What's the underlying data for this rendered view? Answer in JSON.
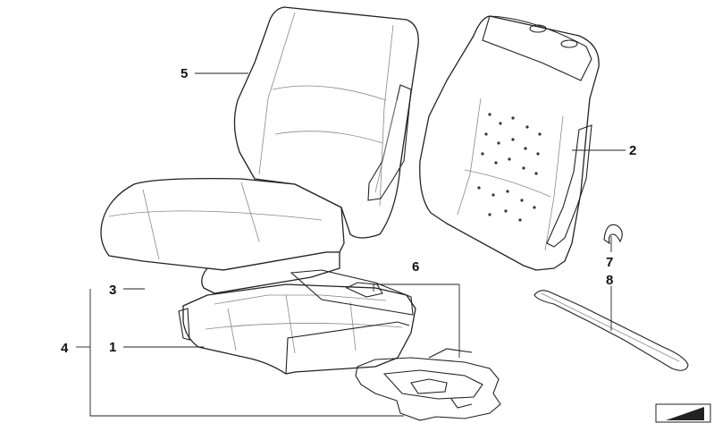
{
  "callouts": {
    "c1": "1",
    "c2": "2",
    "c3": "3",
    "c4": "4",
    "c5": "5",
    "c6": "6",
    "c7": "7",
    "c8": "8"
  },
  "icons": {
    "corner": "page-corner-icon"
  },
  "colors": {
    "line": "#222222",
    "background": "#ffffff"
  }
}
